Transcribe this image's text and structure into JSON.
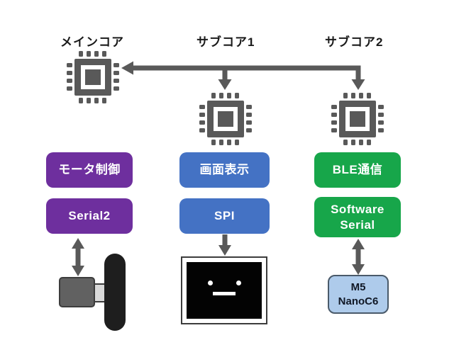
{
  "cores": [
    {
      "label": "メインコア"
    },
    {
      "label": "サブコア1"
    },
    {
      "label": "サブコア2"
    }
  ],
  "columns": [
    {
      "core": "メインコア",
      "function": "モータ制御",
      "interface": "Serial2",
      "accent": "#6e2f9e"
    },
    {
      "core": "サブコア1",
      "function": "画面表示",
      "interface": "SPI",
      "accent": "#4472c4"
    },
    {
      "core": "サブコア2",
      "function": "BLE通信",
      "interface": "Software\nSerial",
      "accent": "#17a64a"
    }
  ],
  "m5": {
    "label": "M5\nNanoC6",
    "fill": "#aecbeb"
  },
  "colors": {
    "arrow": "#595959",
    "chip": "#595959",
    "label_text": "#1a1a1a",
    "box_text": "#ffffff",
    "wheel": "#1e1e1e",
    "motor_body": "#616161",
    "motor_shaft": "#d9d9d9",
    "screen": "#030303"
  },
  "icons": {
    "core": "cpu-chip-icon",
    "left_device": "motor-wheel-icon",
    "middle_device": "robot-face-display-icon",
    "connector": "arrow-connector"
  }
}
